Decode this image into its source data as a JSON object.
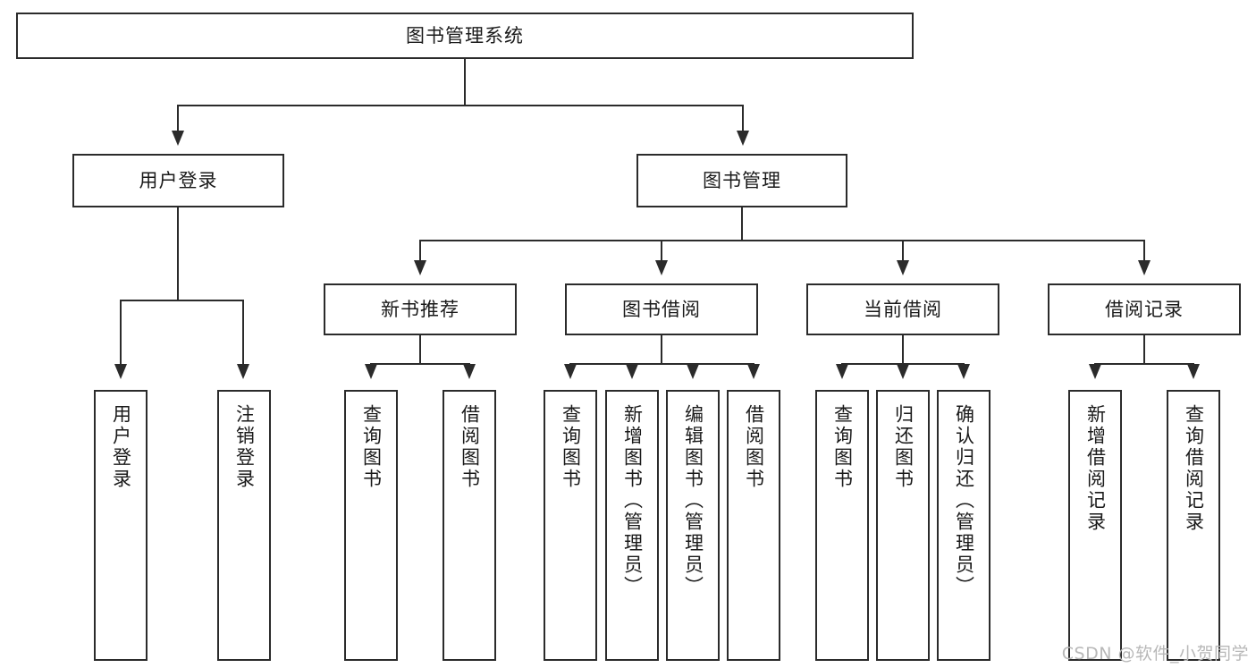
{
  "diagram": {
    "type": "tree",
    "title": "图书管理系统",
    "orientation": "top-down",
    "colors": {
      "box_border": "#2b2b2b",
      "box_fill": "#ffffff",
      "connector": "#2b2b2b",
      "text": "#1a1a1a",
      "watermark": "#b8b8b8",
      "background": "#ffffff"
    }
  },
  "root": {
    "label": "图书管理系统"
  },
  "level2": [
    {
      "label": "用户登录"
    },
    {
      "label": "图书管理"
    }
  ],
  "level3": [
    {
      "label": "新书推荐"
    },
    {
      "label": "图书借阅"
    },
    {
      "label": "当前借阅"
    },
    {
      "label": "借阅记录"
    }
  ],
  "leaves": {
    "user_login": [
      {
        "label": "用户登录"
      },
      {
        "label": "注销登录"
      }
    ],
    "new_book": [
      {
        "label": "查询图书"
      },
      {
        "label": "借阅图书"
      }
    ],
    "book_borrow": [
      {
        "label": "查询图书"
      },
      {
        "label": "新增图书（管理员）"
      },
      {
        "label": "编辑图书（管理员）"
      },
      {
        "label": "借阅图书"
      }
    ],
    "current_borrow": [
      {
        "label": "查询图书"
      },
      {
        "label": "归还图书"
      },
      {
        "label": "确认归还（管理员）"
      }
    ],
    "borrow_record": [
      {
        "label": "新增借阅记录"
      },
      {
        "label": "查询借阅记录"
      }
    ]
  },
  "watermark": {
    "text": "CSDN @软件_小贺同学"
  }
}
